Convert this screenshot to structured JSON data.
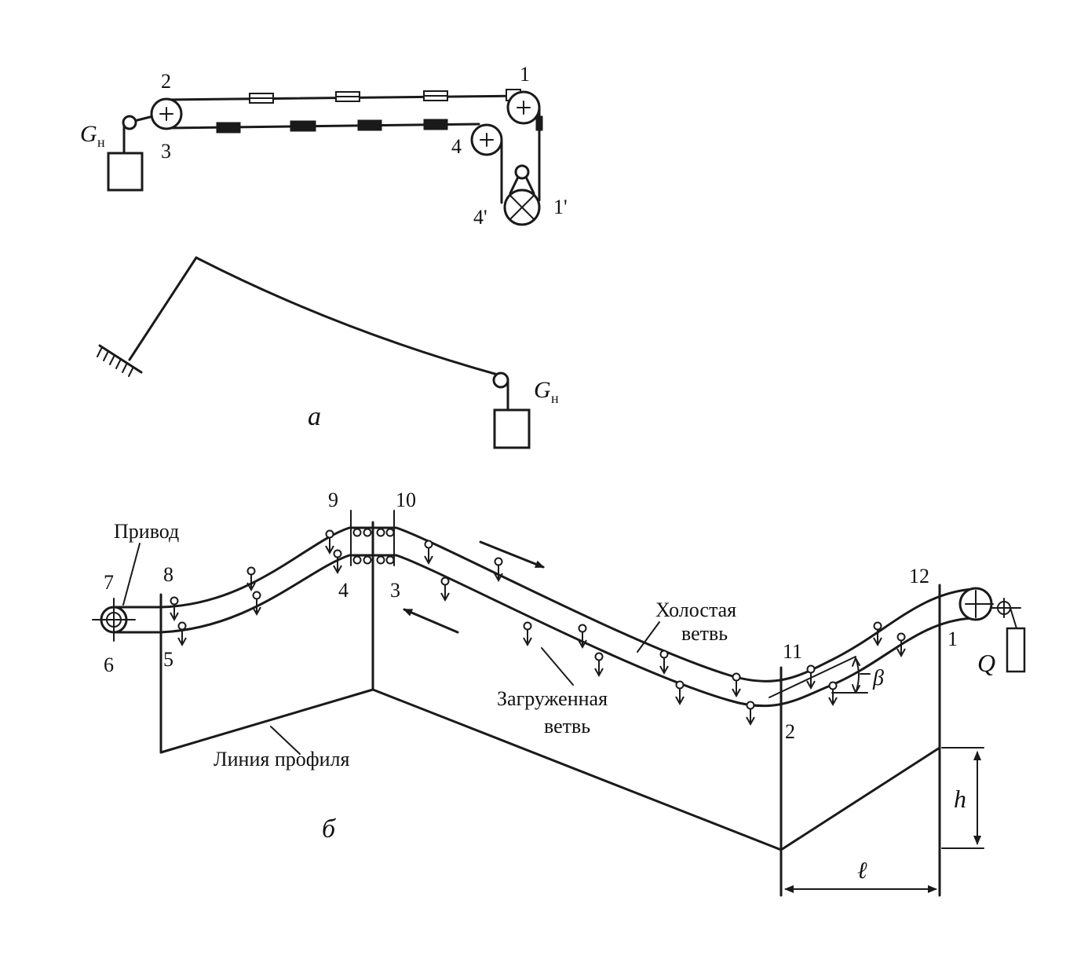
{
  "diagram_a": {
    "label": "а",
    "points": [
      "1",
      "2",
      "3",
      "4",
      "4'",
      "1'"
    ],
    "weight_symbol": "G",
    "weight_subscript": "н"
  },
  "diagram_b": {
    "label": "б",
    "points": [
      "1",
      "2",
      "3",
      "4",
      "5",
      "6",
      "7",
      "8",
      "9",
      "10",
      "11",
      "12"
    ],
    "drive_label": "Привод",
    "idle_branch_line1": "Холостая",
    "idle_branch_line2": "ветвь",
    "loaded_branch_line1": "Загруженная",
    "loaded_branch_line2": "ветвь",
    "profile_label": "Линия профиля",
    "angle_symbol": "β",
    "load_symbol": "Q",
    "height_symbol": "h",
    "length_symbol": "ℓ"
  }
}
